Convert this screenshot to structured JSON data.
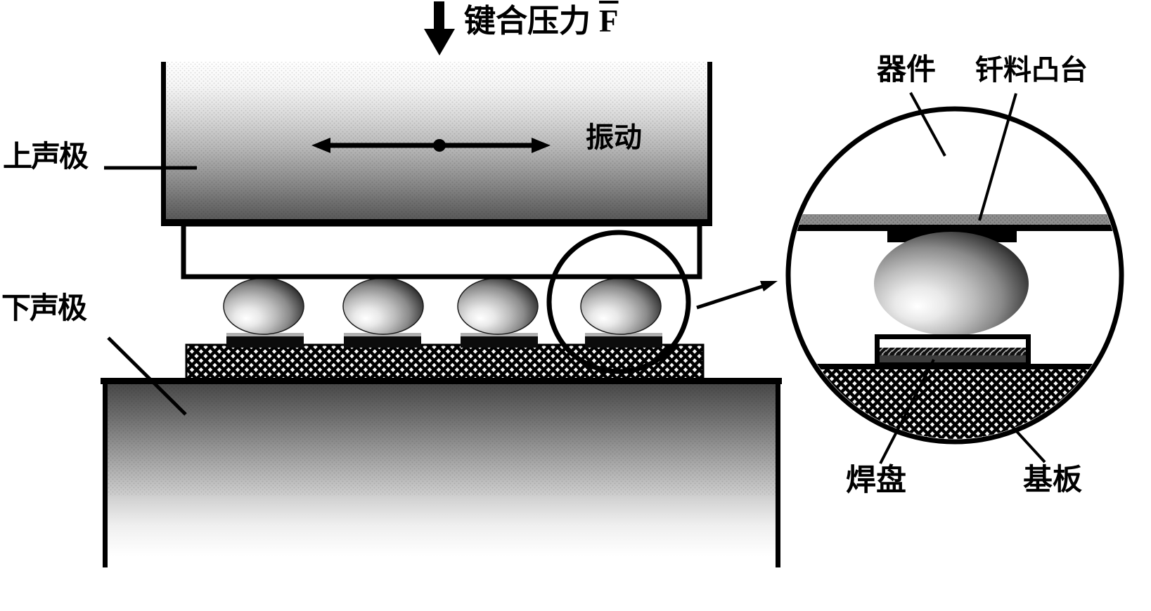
{
  "figure_labels": {
    "bonding_force_text": "键合压力",
    "bonding_force_symbol": "F",
    "upper_sonotrode": "上声极",
    "lower_sonotrode": "下声极",
    "vibration": "振动",
    "detail": {
      "device": "器件",
      "solder_bump": "钎料凸台",
      "pad": "焊盘",
      "substrate": "基板"
    }
  },
  "colors": {
    "ink": "#000000",
    "paper": "#ffffff",
    "mid_gray": "#8e8e8e"
  }
}
